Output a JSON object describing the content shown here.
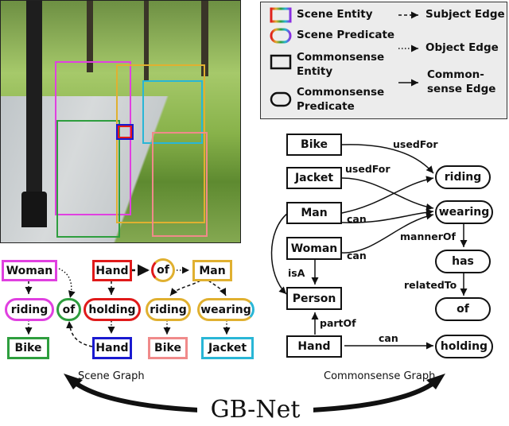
{
  "legend": {
    "scene_entity": "Scene Entity",
    "scene_predicate": "Scene Predicate",
    "cs_entity_1": "Commonsense",
    "cs_entity_2": "Entity",
    "cs_predicate_1": "Commonsense",
    "cs_predicate_2": "Predicate",
    "subject_edge": "Subject Edge",
    "object_edge": "Object Edge",
    "cs_edge_1": "Common-",
    "cs_edge_2": "sense Edge"
  },
  "scene_graph": {
    "caption": "Scene Graph",
    "woman": "Woman",
    "riding": "riding",
    "of_small": "of",
    "bike_left": "Bike",
    "hand_top": "Hand",
    "of_top": "of",
    "man": "Man",
    "holding": "holding",
    "hand_bottom": "Hand",
    "riding_right": "riding",
    "wearing": "wearing",
    "bike_right": "Bike",
    "jacket": "Jacket"
  },
  "commonsense_graph": {
    "caption": "Commonsense Graph",
    "bike": "Bike",
    "jacket": "Jacket",
    "man": "Man",
    "woman": "Woman",
    "person": "Person",
    "hand": "Hand",
    "riding": "riding",
    "wearing": "wearing",
    "has": "has",
    "of": "of",
    "holding": "holding",
    "edge_usedfor_1": "usedFor",
    "edge_usedfor_2": "usedFor",
    "edge_can_1": "can",
    "edge_can_2": "can",
    "edge_can_3": "can",
    "edge_isa": "isA",
    "edge_partof": "partOf",
    "edge_mannerof": "mannerOf",
    "edge_relatedto": "relatedTo"
  },
  "title": "GB-Net",
  "colors": {
    "woman": "#e040e0",
    "riding": "#e040e0",
    "of_small": "#2e9e3e",
    "bike_left": "#2e9e3e",
    "hand": "#1a1ad0",
    "holding": "#e01a1a",
    "man": "#e0b030",
    "riding_right": "#e0b030",
    "wearing": "#29b6d6",
    "bike_right": "#f08a8a",
    "jacket": "#29b6d6"
  }
}
